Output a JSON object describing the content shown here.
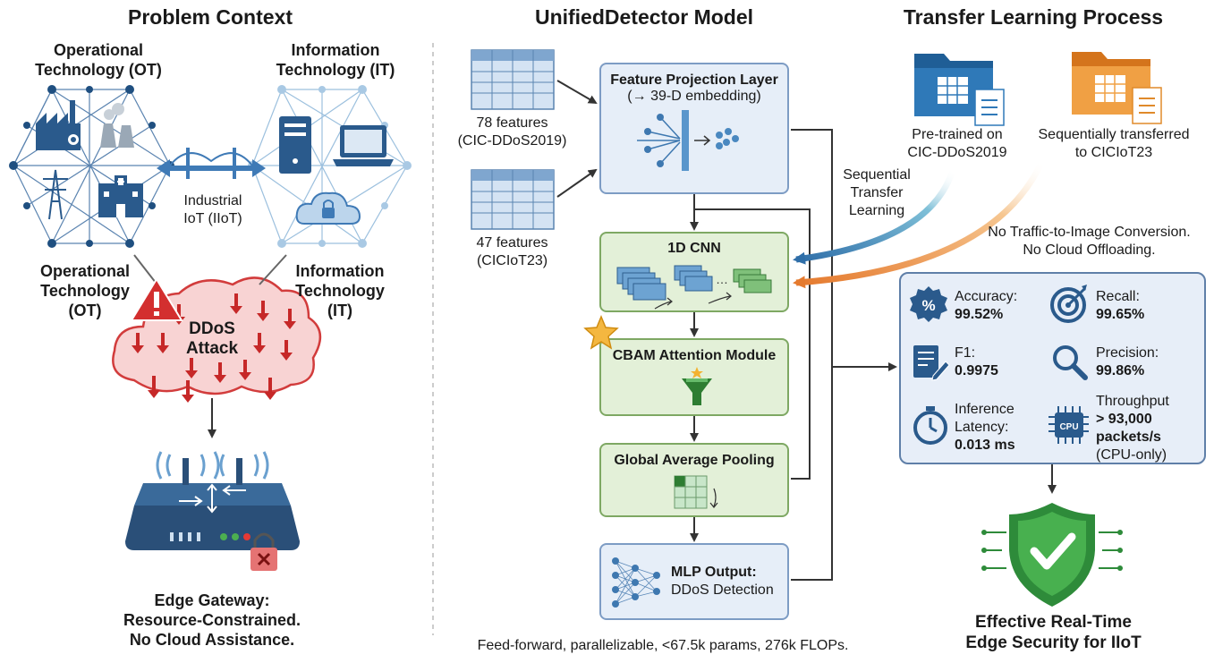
{
  "problem": {
    "title": "Problem Context",
    "ot_label_top": "Operational\nTechnology (OT)",
    "it_label_top": "Information\nTechnology (IT)",
    "bridge_label": "Industrial\nIoT (IIoT)",
    "ot_label_bottom": "Operational\nTechnology\n(OT)",
    "it_label_bottom": "Information\nTechnology\n(IT)",
    "attack_label": "DDoS\nAttack",
    "gateway_label": "Edge Gateway:\nResource-Constrained.\nNo Cloud Assistance."
  },
  "model": {
    "title": "UnifiedDetector Model",
    "input1": "78 features\n(CIC-DDoS2019)",
    "input2": "47 features\n(CICIoT23)",
    "projection_title": "Feature Projection Layer",
    "projection_sub": "(→ 39-D embedding)",
    "cnn_title": "1D CNN",
    "cbam_title": "CBAM Attention Module",
    "gap_title": "Global Average Pooling",
    "mlp_title": "MLP Output:",
    "mlp_sub": "DDoS Detection",
    "footer": "Feed-forward, parallelizable, <67.5k params, 276k FLOPs."
  },
  "transfer": {
    "title": "Transfer Learning Process",
    "pretrained": "Pre-trained on\nCIC-DDoS2019",
    "sequential": "Sequentially transferred\nto CICIoT23",
    "arrow_label": "Sequential\nTransfer\nLearning",
    "note": "No Traffic-to-Image Conversion.\nNo Cloud Offloading.",
    "metrics": {
      "accuracy_label": "Accuracy:",
      "accuracy_value": "99.52%",
      "recall_label": "Recall:",
      "recall_value": "99.65%",
      "f1_label": "F1:",
      "f1_value": "0.9975",
      "precision_label": "Precision:",
      "precision_value": "99.86%",
      "latency_label": "Inference\nLatency:",
      "latency_value": "0.013 ms",
      "throughput_label": "Throughput",
      "throughput_value": "> 93,000\npackets/s",
      "throughput_note": "(CPU-only)",
      "cpu_chip": "CPU"
    },
    "conclusion": "Effective Real-Time\nEdge Security for IIoT"
  }
}
